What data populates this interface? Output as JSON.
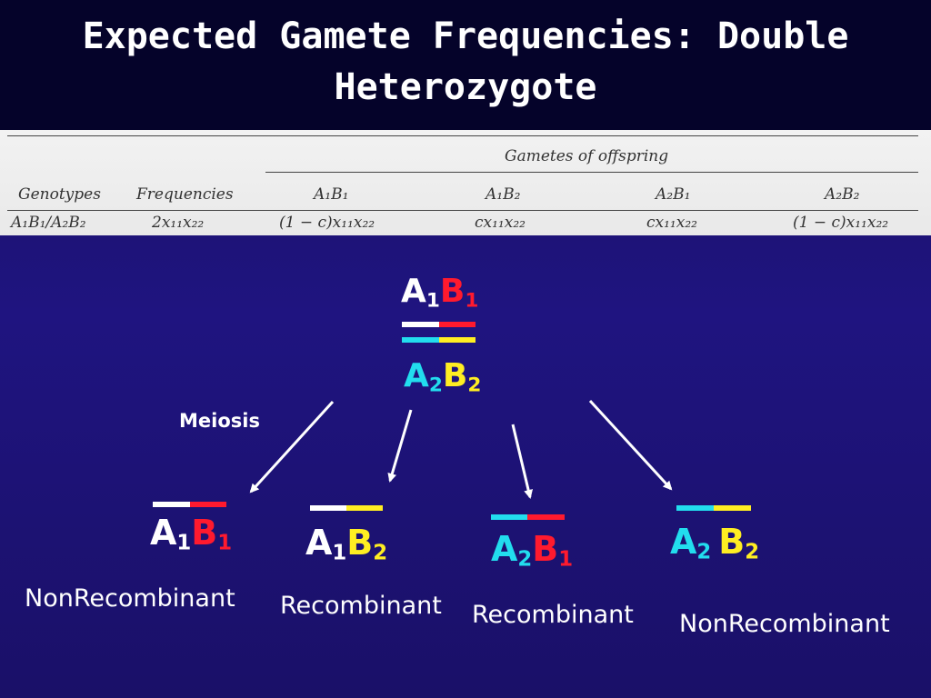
{
  "title": {
    "line1": "Expected Gamete Frequencies: Double",
    "line2": "Heterozygote"
  },
  "table": {
    "group_header": "Gametes of offspring",
    "headers": [
      "Genotypes",
      "Frequencies",
      "A₁B₁",
      "A₁B₂",
      "A₂B₁",
      "A₂B₂"
    ],
    "row": [
      "A₁B₁/A₂B₂",
      "2x₁₁x₂₂",
      "(1 − c)x₁₁x₂₂",
      "cx₁₁x₂₂",
      "cx₁₁x₂₂",
      "(1 − c)x₁₁x₂₂"
    ]
  },
  "parent": {
    "top": {
      "a": "A",
      "a_sub": "1",
      "b": "B",
      "b_sub": "1"
    },
    "bottom": {
      "a": "A",
      "a_sub": "2",
      "b": "B",
      "b_sub": "2"
    }
  },
  "meiosis_label": "Meiosis",
  "gametes": [
    {
      "a": "A",
      "a_sub": "1",
      "b": "B",
      "b_sub": "1",
      "type": "NonRecombinant"
    },
    {
      "a": "A",
      "a_sub": "1",
      "b": "B",
      "b_sub": "2",
      "type": "Recombinant"
    },
    {
      "a": "A",
      "a_sub": "2",
      "b": "B",
      "b_sub": "1",
      "type": "Recombinant"
    },
    {
      "a": "A",
      "a_sub": "2",
      "b": "B",
      "b_sub": "2",
      "type": "NonRecombinant"
    }
  ],
  "colors": {
    "A1": "#ffffff",
    "B1": "#ff1a2e",
    "A2": "#22ddee",
    "B2": "#ffee22",
    "header_bg": "#05032a",
    "slide_bg": "#1f1480"
  }
}
